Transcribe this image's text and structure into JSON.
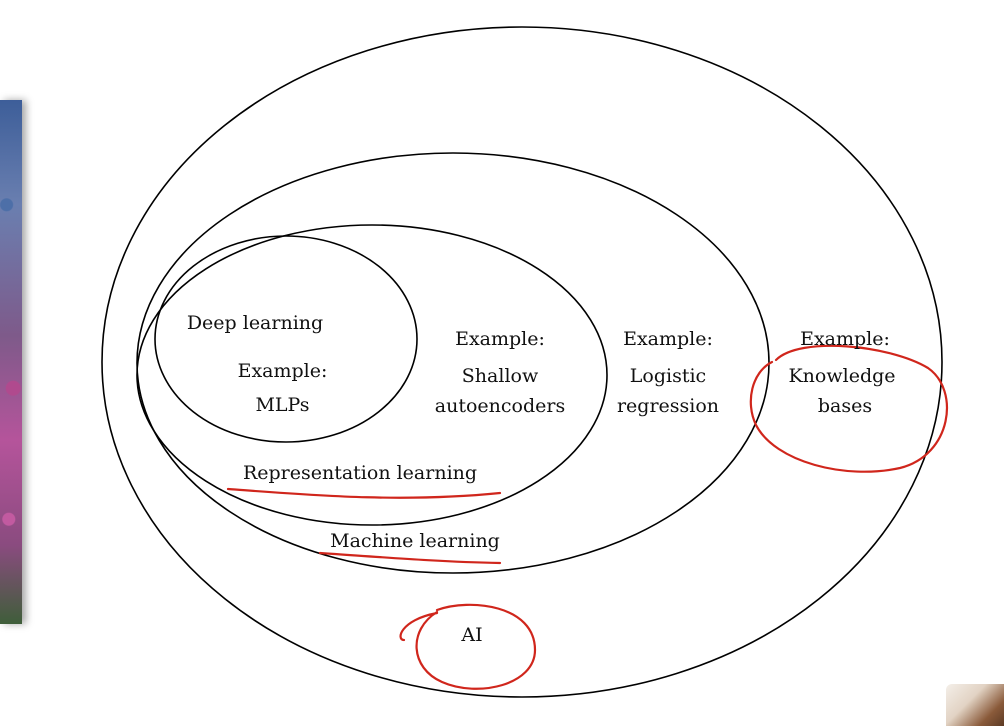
{
  "diagram": {
    "deep_learning": {
      "title": "Deep learning",
      "example_label": "Example:",
      "example_value": "MLPs"
    },
    "representation_learning": {
      "title": "Representation learning",
      "example_label": "Example:",
      "example_line1": "Shallow",
      "example_line2": "autoencoders"
    },
    "machine_learning": {
      "title": "Machine learning",
      "example_label": "Example:",
      "example_line1": "Logistic",
      "example_line2": "regression"
    },
    "ai": {
      "title": "AI",
      "example_label": "Example:",
      "example_line1": "Knowledge",
      "example_line2": "bases"
    }
  },
  "colors": {
    "outline": "#000000",
    "annotation": "#d0261c",
    "text": "#111111"
  }
}
